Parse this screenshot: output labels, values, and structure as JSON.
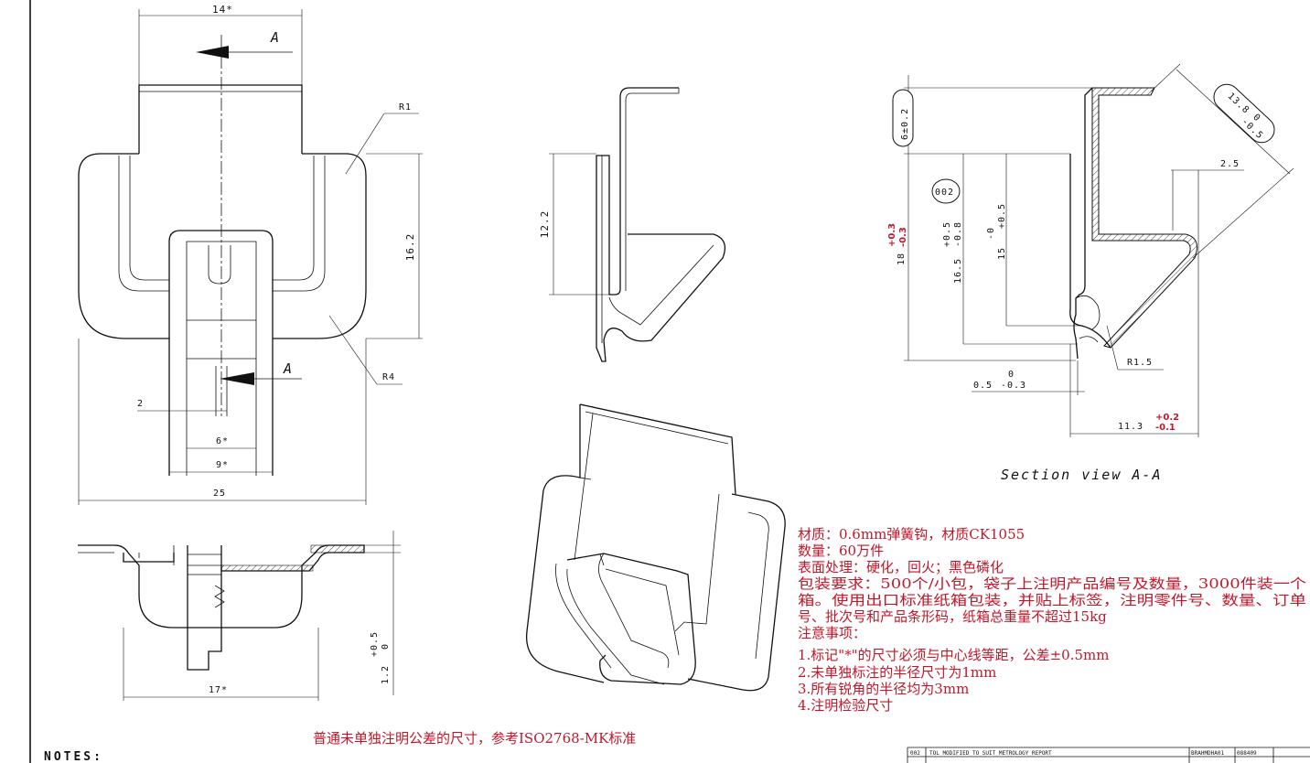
{
  "top_view": {
    "dims": {
      "width_top": "14*",
      "height_right": "16.2",
      "gap_left": "2",
      "slot_inner": "6*",
      "slot_outer": "9*",
      "overall": "25"
    },
    "radii": {
      "upper": "R1",
      "lower": "R4"
    },
    "section_marker": "A"
  },
  "side_view": {
    "height": "12.2"
  },
  "bottom_view": {
    "width": "17*",
    "thickness_main": "1.2",
    "thickness_tol_upper": "+0.5",
    "thickness_tol_lower": "0"
  },
  "section_view": {
    "title": "Section view A-A",
    "revision_bubble": "002",
    "dims": {
      "top_height": "6±0.2",
      "overall_height": "18",
      "overall_tol_upper": "+0.3",
      "overall_tol_lower": "-0.3",
      "inner_16": "16.5",
      "inner_16_tol_upper": "+0.5",
      "inner_16_tol_lower": "-0.8",
      "inner_15": "15",
      "inner_15_tol_upper": "+0.5",
      "inner_15_tol_lower": "-0",
      "angled": "13.8",
      "angled_tol_upper": "0",
      "angled_tol_lower": "-0.5",
      "right_offset": "2.5",
      "radius": "R1.5",
      "bottom_offset": "0.5",
      "bottom_offset_tol_upper": "0",
      "bottom_offset_tol_lower": "-0.3",
      "width": "11.3",
      "width_tol_upper": "+0.2",
      "width_tol_lower": "-0.1"
    }
  },
  "chinese_notes": [
    "材质：0.6mm弹簧钩，材质CK1055",
    "数量：60万件",
    "表面处理：硬化，回火；黑色磷化",
    "包装要求：500个/小包，袋子上注明产品编号及数量，3000件装一个",
    "箱。使用出口标准纸箱包装，并贴上标签，注明零件号、数量、订单",
    "号、批次号和产品条形码，纸箱总重量不超过15kg",
    "注意事项：",
    "1.标记\"*\"的尺寸必须与中心线等距，公差±0.5mm",
    "2.未单独标注的半径尺寸为1mm",
    "3.所有锐角的半径均为3mm",
    "4.注明检验尺寸"
  ],
  "tolerance_note": "普通未单独注明公差的尺寸，参考ISO2768-MK标准",
  "notes_label": "NOTES:",
  "revision_table": {
    "rev": "002",
    "description": "TOL MODIFIED TO SUIT METROLOGY REPORT",
    "by": "BRAHMDHA01",
    "date": "088409"
  }
}
